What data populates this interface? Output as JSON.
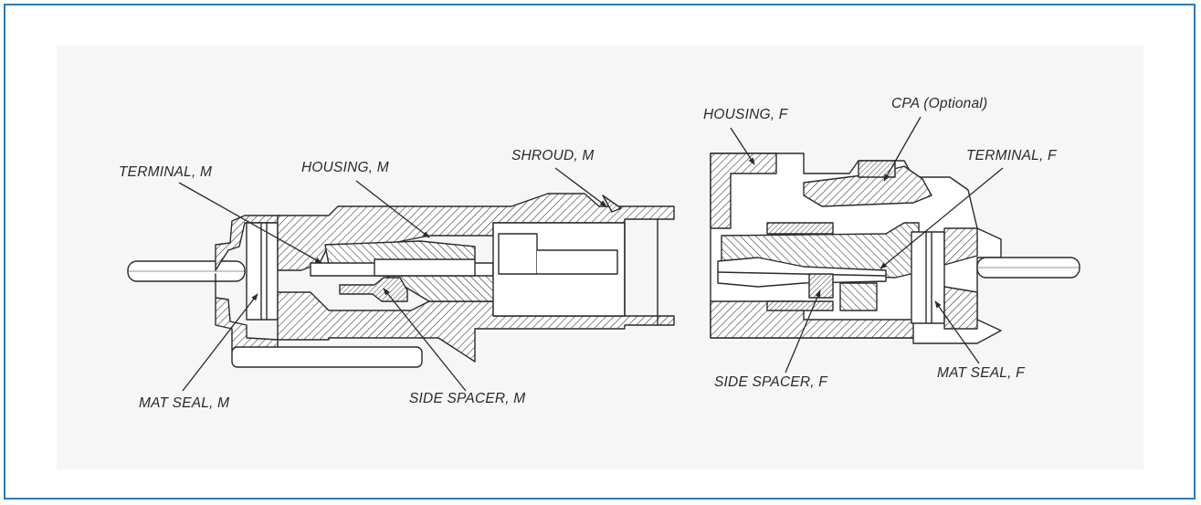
{
  "colors": {
    "frame_border": "#2b7bbd",
    "canvas_bg": "#f6f6f6",
    "ink": "#2a2a2a"
  },
  "labels": {
    "terminal_m": "TERMINAL, M",
    "housing_m": "HOUSING, M",
    "shroud_m": "SHROUD, M",
    "mat_seal_m": "MAT SEAL, M",
    "side_spacer_m": "SIDE SPACER, M",
    "housing_f": "HOUSING, F",
    "cpa": "CPA (Optional)",
    "terminal_f": "TERMINAL, F",
    "side_spacer_f": "SIDE SPACER, F",
    "mat_seal_f": "MAT SEAL, F"
  }
}
